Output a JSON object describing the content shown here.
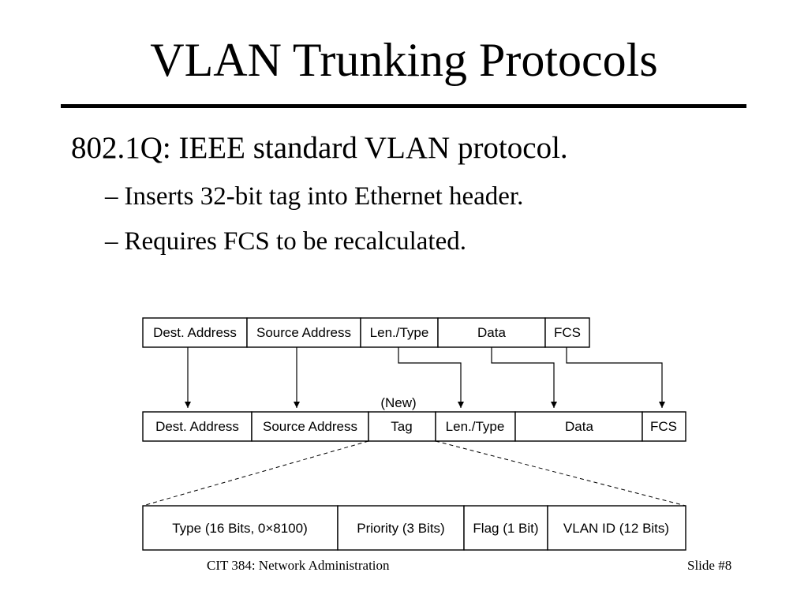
{
  "slide": {
    "title": "VLAN Trunking Protocols",
    "bullets": [
      {
        "text": "802.1Q: IEEE standard VLAN protocol."
      },
      {
        "dash": "–",
        "text": "Inserts 32-bit tag into Ethernet header."
      },
      {
        "dash": "–",
        "text": "Requires FCS to be recalculated."
      }
    ],
    "footer_left": "CIT 384: Network Administration",
    "footer_right": "Slide #8"
  },
  "diagram": {
    "original_frame": [
      "Dest. Address",
      "Source Address",
      "Len./Type",
      "Data",
      "FCS"
    ],
    "new_marker": "(New)",
    "tagged_frame": [
      "Dest. Address",
      "Source Address",
      "Tag",
      "Len./Type",
      "Data",
      "FCS"
    ],
    "tag_fields": [
      "Type (16 Bits, 0×8100)",
      "Priority (3 Bits)",
      "Flag (1 Bit)",
      "VLAN ID (12 Bits)"
    ]
  }
}
